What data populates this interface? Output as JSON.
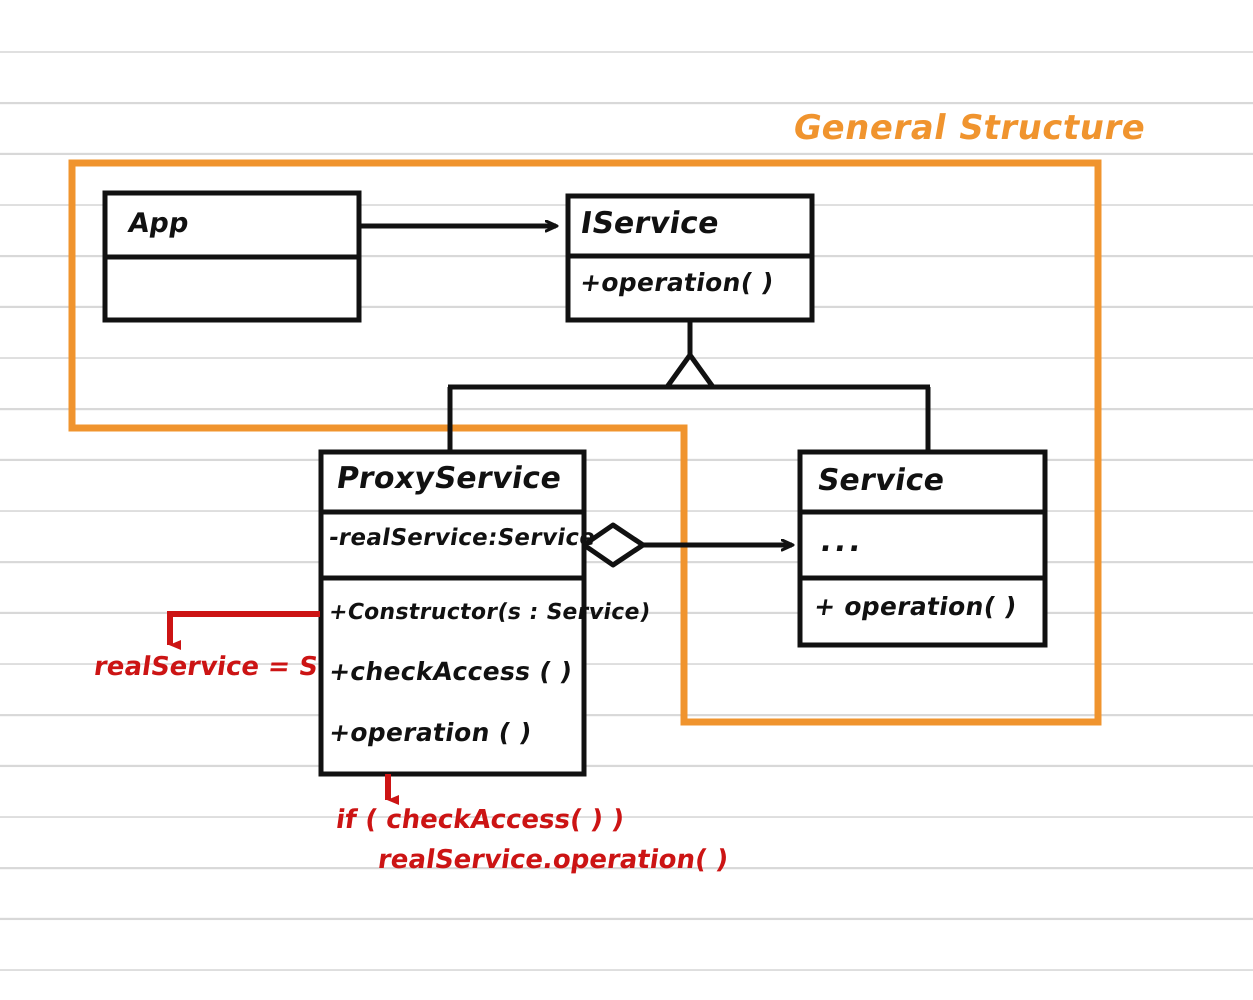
{
  "page": {
    "background": "#ffffff",
    "rule_color": "#d8d8d8",
    "ink_color": "#111111",
    "accent_orange": "#f0942e",
    "accent_red": "#cc1414"
  },
  "title": {
    "text": "General Structure"
  },
  "classes": [
    {
      "id": "app",
      "name": "App",
      "compartments": [
        []
      ]
    },
    {
      "id": "iservice",
      "name": "IService",
      "compartments": [
        [
          "+operation( )"
        ]
      ]
    },
    {
      "id": "proxyservice",
      "name": "ProxyService",
      "compartments": [
        [
          "-realService:Service"
        ],
        [
          "+Constructor(s : Service)",
          "+checkAccess ( )",
          "+operation ( )"
        ]
      ]
    },
    {
      "id": "service",
      "name": "Service",
      "compartments": [
        [
          "..."
        ],
        [
          "+ operation( )"
        ]
      ]
    }
  ],
  "relationships": [
    {
      "id": "app-to-iservice",
      "type": "dependency-arrow",
      "from": "App",
      "to": "IService"
    },
    {
      "id": "proxy-implements-iservice",
      "type": "generalization",
      "from": "ProxyService",
      "to": "IService"
    },
    {
      "id": "service-implements-iservice",
      "type": "generalization",
      "from": "Service",
      "to": "IService"
    },
    {
      "id": "proxy-aggregates-service",
      "type": "aggregation-arrow",
      "from": "ProxyService",
      "to": "Service"
    }
  ],
  "annotations": [
    {
      "id": "realservice-assignment",
      "color": "#cc1414",
      "lines": [
        "realService = S"
      ],
      "points_to": "+Constructor(s : Service)"
    },
    {
      "id": "operation-body",
      "color": "#cc1414",
      "lines": [
        "if ( checkAccess( ) )",
        "realService.operation( )"
      ],
      "points_to": "+operation ( )"
    }
  ],
  "highlight": {
    "id": "orange-highlight-region",
    "color": "#f0942e",
    "shape": "L-shaped outline"
  }
}
